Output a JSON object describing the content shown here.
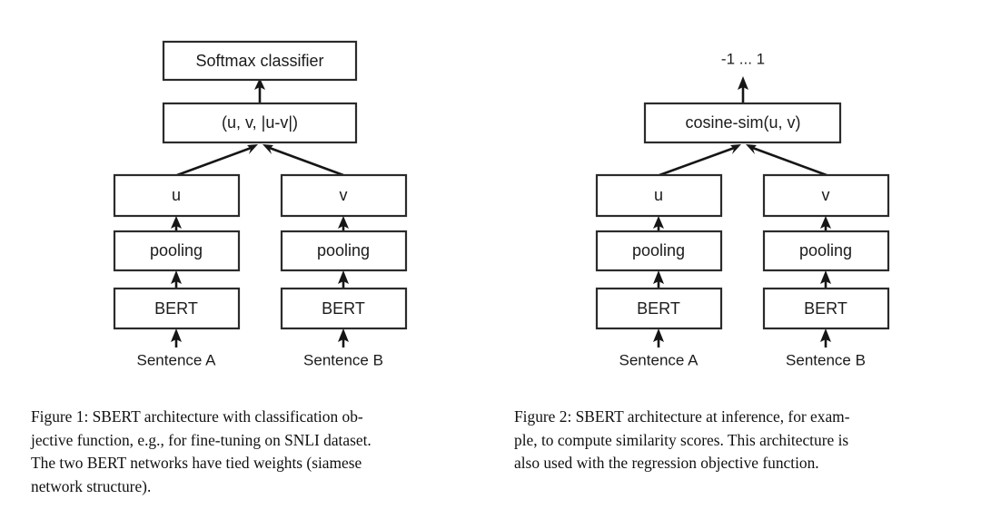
{
  "page": {
    "background": "#ffffff",
    "ink": "#1b1b1b",
    "box_stroke": "#2b2b2b"
  },
  "figures": [
    {
      "id": "figure-1",
      "number": "Figure 1",
      "nodes": {
        "top": "Softmax classifier",
        "concat": "(u, v, |u-v|)",
        "left_vector": "u",
        "right_vector": "v",
        "left_pooling": "pooling",
        "right_pooling": "pooling",
        "left_encoder": "BERT",
        "right_encoder": "BERT",
        "left_input": "Sentence A",
        "right_input": "Sentence B"
      },
      "caption": {
        "line1": "Figure 1:  SBERT architecture with classification ob-",
        "line2": "jective function, e.g., for fine-tuning on SNLI dataset.",
        "line3": "The two BERT networks have tied weights (siamese",
        "line4": "network structure)."
      }
    },
    {
      "id": "figure-2",
      "number": "Figure 2",
      "nodes": {
        "top": "-1 ... 1",
        "concat": "cosine-sim(u, v)",
        "left_vector": "u",
        "right_vector": "v",
        "left_pooling": "pooling",
        "right_pooling": "pooling",
        "left_encoder": "BERT",
        "right_encoder": "BERT",
        "left_input": "Sentence A",
        "right_input": "Sentence B"
      },
      "caption": {
        "line1": "Figure 2:  SBERT architecture at inference, for exam-",
        "line2": "ple, to compute similarity scores.  This architecture is",
        "line3": "also used with the regression objective function.",
        "line4": ""
      }
    }
  ]
}
